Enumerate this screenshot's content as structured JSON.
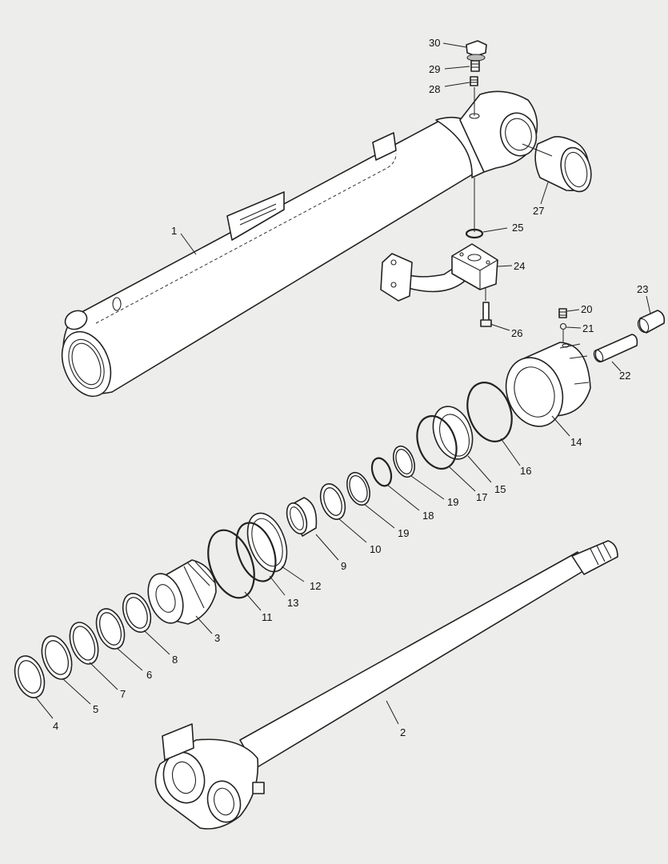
{
  "callouts": [
    {
      "id": "c1",
      "text": "1"
    },
    {
      "id": "c2",
      "text": "2"
    },
    {
      "id": "c3",
      "text": "3"
    },
    {
      "id": "c4",
      "text": "4"
    },
    {
      "id": "c5",
      "text": "5"
    },
    {
      "id": "c6",
      "text": "6"
    },
    {
      "id": "c7",
      "text": "7"
    },
    {
      "id": "c8",
      "text": "8"
    },
    {
      "id": "c9",
      "text": "9"
    },
    {
      "id": "c10",
      "text": "10"
    },
    {
      "id": "c11",
      "text": "11"
    },
    {
      "id": "c12",
      "text": "12"
    },
    {
      "id": "c13",
      "text": "13"
    },
    {
      "id": "c14",
      "text": "14"
    },
    {
      "id": "c15",
      "text": "15"
    },
    {
      "id": "c16",
      "text": "16"
    },
    {
      "id": "c17",
      "text": "17"
    },
    {
      "id": "c18",
      "text": "18"
    },
    {
      "id": "c19a",
      "text": "19"
    },
    {
      "id": "c19b",
      "text": "19"
    },
    {
      "id": "c20",
      "text": "20"
    },
    {
      "id": "c21",
      "text": "21"
    },
    {
      "id": "c22",
      "text": "22"
    },
    {
      "id": "c23",
      "text": "23"
    },
    {
      "id": "c24",
      "text": "24"
    },
    {
      "id": "c25",
      "text": "25"
    },
    {
      "id": "c26",
      "text": "26"
    },
    {
      "id": "c27",
      "text": "27"
    },
    {
      "id": "c28",
      "text": "28"
    },
    {
      "id": "c29",
      "text": "29"
    },
    {
      "id": "c30",
      "text": "30"
    }
  ]
}
